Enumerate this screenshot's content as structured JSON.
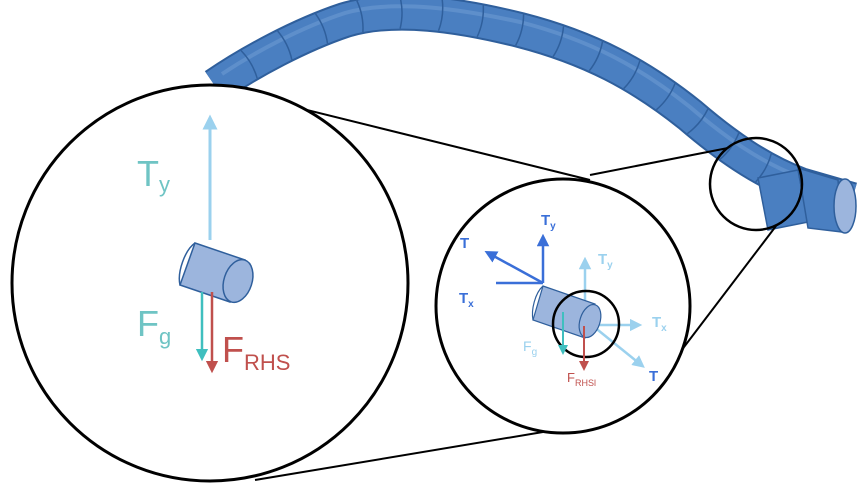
{
  "colors": {
    "segment_fill": "#4a7fc1",
    "segment_edge": "#2f5f9c",
    "cylinder_fill": "#9cb5dd",
    "tension_light": "#9bd1ee",
    "tension_dark": "#3a6fd8",
    "gravity": "#3fbfbf",
    "fg_label": "#6fc4c4",
    "rhs": "#c0504d",
    "outline": "#000000"
  },
  "large_view": {
    "ty_main": "T",
    "ty_sub": "y",
    "fg_main": "F",
    "fg_sub": "g",
    "frhs_main": "F",
    "frhs_sub": "RHS"
  },
  "medium_view": {
    "t_dark": "T",
    "ty_dark_main": "T",
    "ty_dark_sub": "y",
    "tx_dark_main": "T",
    "tx_dark_sub": "x",
    "ty_light_main": "T",
    "ty_light_sub": "y",
    "tx_light_main": "T",
    "tx_light_sub": "x",
    "t_light": "T",
    "fg_main": "F",
    "fg_sub": "g",
    "frhs_main": "F",
    "frhs_sub": "RHSl"
  }
}
